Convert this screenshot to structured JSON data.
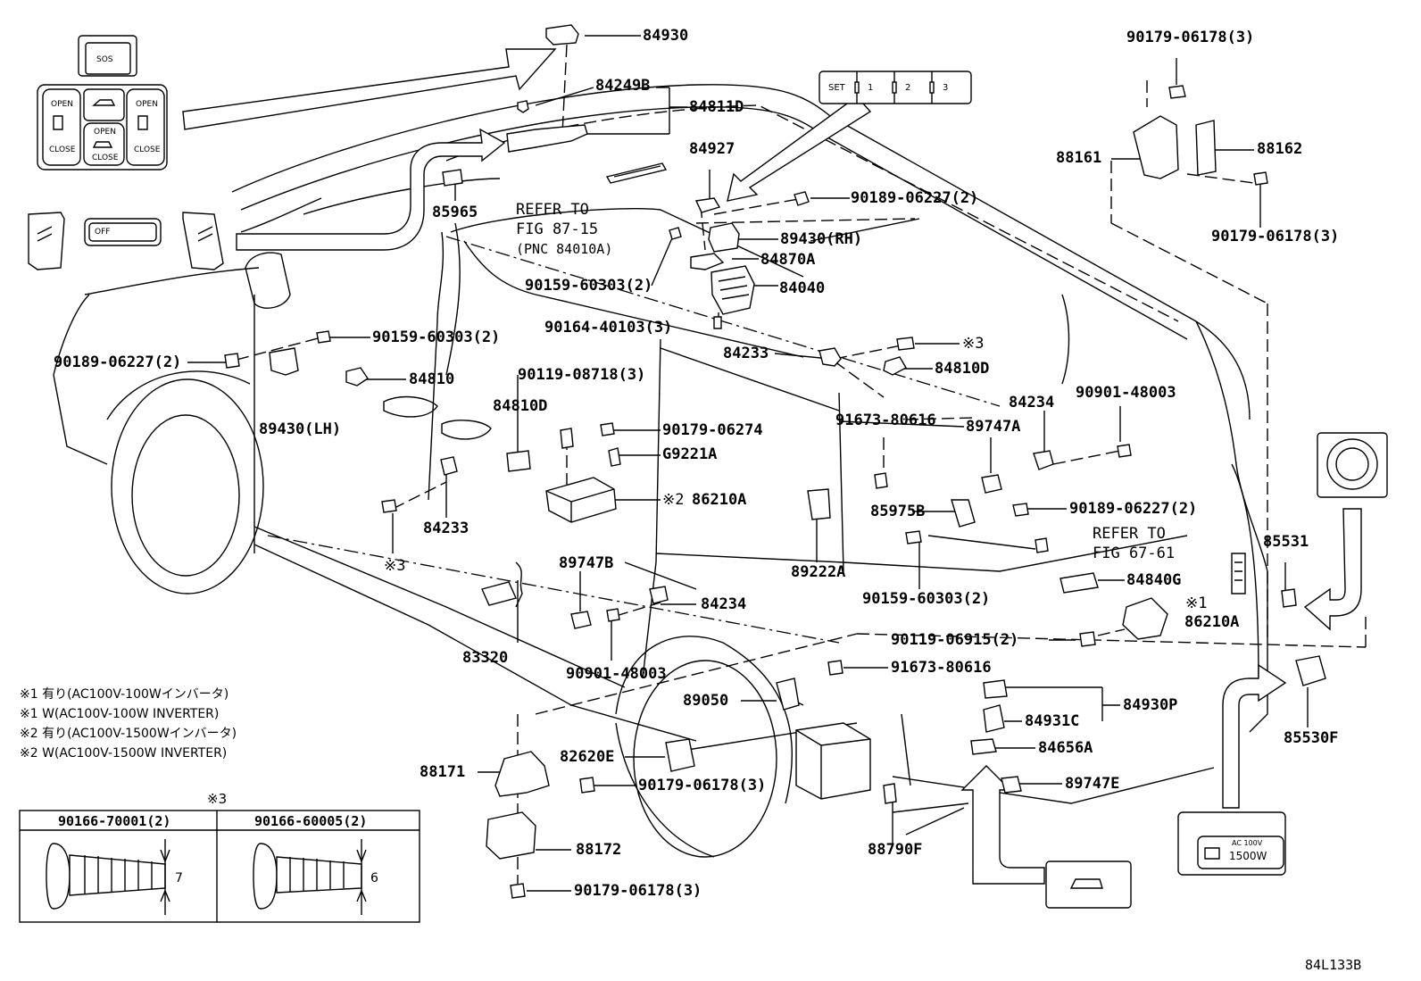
{
  "labels": {
    "p84930": "84930",
    "p84249B": "84249B",
    "p84811D": "84811D",
    "p84927": "84927",
    "p85965": "85965",
    "refer1a": "REFER TO",
    "refer1b": "FIG 87-15",
    "refer1c": "(PNC 84010A)",
    "p90189_a": "90189-06227(2)",
    "p89430RH": "89430(RH)",
    "p84870A": "84870A",
    "p84040": "84040",
    "p90159_a": "90159-60303(2)",
    "p90164": "90164-40103(3)",
    "p84233_a": "84233",
    "mark3_a": "※3",
    "p84810D_a": "84810D",
    "p90189_b": "90189-06227(2)",
    "p90159_b": "90159-60303(2)",
    "p84810": "84810",
    "p90119_a": "90119-08718(3)",
    "p84810D_b": "84810D",
    "p89430LH": "89430(LH)",
    "p90179_a": "90179-06274",
    "pG9221A": "G9221A",
    "mark2": "※2",
    "p86210A_a": "86210A",
    "p84233_b": "84233",
    "mark3_b": "※3",
    "p89747B": "89747B",
    "p84234_a": "84234",
    "p83320": "83320",
    "p90901_a": "90901-48003",
    "p84234_b": "84234",
    "p90901_b": "90901-48003",
    "p91673_a": "91673-80616",
    "p89747A": "89747A",
    "p85975B": "85975B",
    "p90189_c": "90189-06227(2)",
    "refer2a": "REFER TO",
    "refer2b": "FIG 67-61",
    "p84840G": "84840G",
    "p89222A": "89222A",
    "p90159_c": "90159-60303(2)",
    "p85531": "85531",
    "mark1": "※1",
    "p86210A_b": "86210A",
    "p90119_b": "90119-06915(2)",
    "p91673_b": "91673-80616",
    "p89050": "89050",
    "p84930P": "84930P",
    "p84931C": "84931C",
    "p84656A": "84656A",
    "p82620E": "82620E",
    "p88171": "88171",
    "p90179_b": "90179-06178(3)",
    "p89747E": "89747E",
    "p85530F": "85530F",
    "p88172": "88172",
    "p88790F": "88790F",
    "p90179_c": "90179-06178(3)",
    "p90179_top": "90179-06178(3)",
    "p88161": "88161",
    "p88162": "88162",
    "p90179_right": "90179-06178(3)",
    "code": "84L133B"
  },
  "notes": [
    "※1 有り(AC100V-100Wインバータ)",
    "※1 W(AC100V-100W INVERTER)",
    "※2 有り(AC100V-1500Wインバータ)",
    "※2 W(AC100V-1500W INVERTER)"
  ],
  "bolt_table": {
    "mark": "※3",
    "col1": "90166-70001(2)",
    "col2": "90166-60005(2)",
    "dim1": "7",
    "dim2": "6"
  },
  "switch_panel": {
    "sos": "SOS",
    "open_l": "OPEN",
    "close_l": "CLOSE",
    "open_c": "OPEN",
    "close_c": "CLOSE",
    "open_r": "OPEN",
    "close_r": "CLOSE",
    "off": "OFF"
  },
  "memory_panel": {
    "set": "SET",
    "m1": "1",
    "m2": "2",
    "m3": "3"
  },
  "inverter_panel": {
    "line1": "AC 100V",
    "line2": "1500W"
  }
}
